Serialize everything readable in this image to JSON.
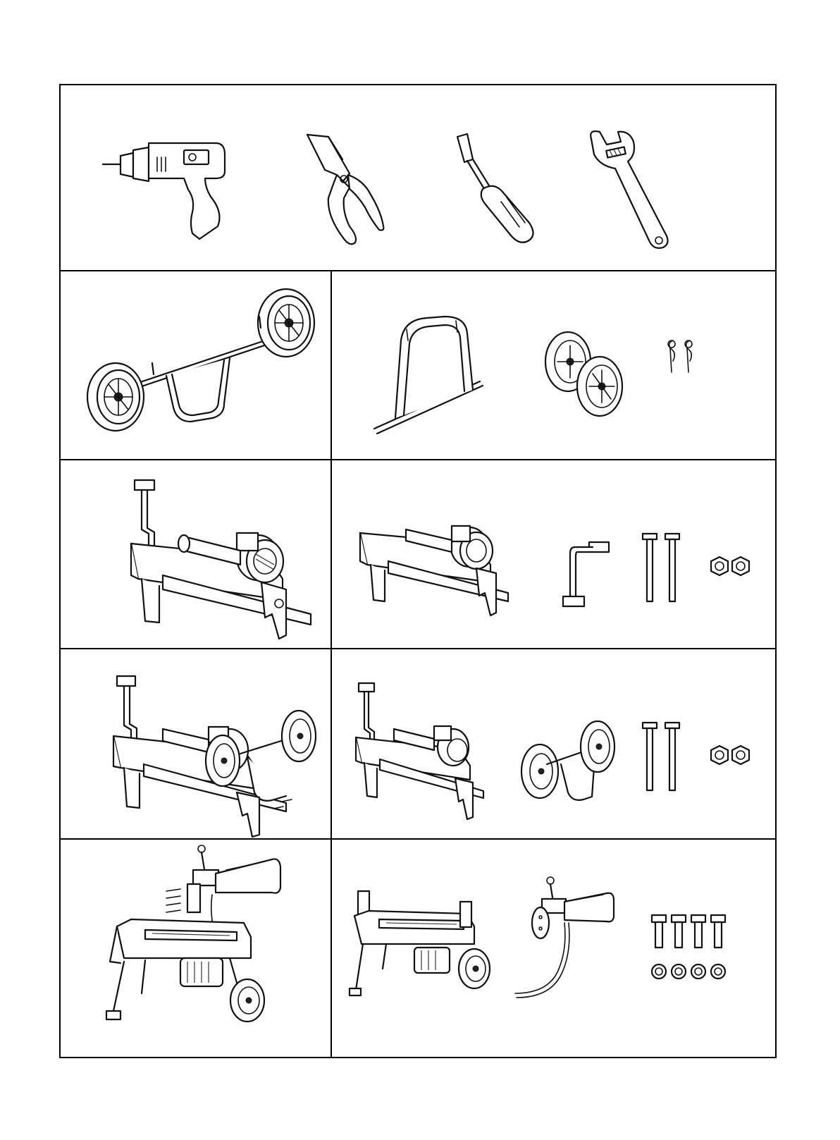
{
  "figures": {
    "tools": [
      "drill-icon",
      "pliers-icon",
      "screwdriver-icon",
      "adjustable-wrench-icon"
    ],
    "step1": {
      "assembled": "wheel-axle-assembled",
      "parts": [
        "wheel-stand-frame",
        "wheels-pair",
        "r-clips-pair"
      ]
    },
    "step2": {
      "assembled": "splitter-with-leg-stand",
      "parts": [
        "splitter-base",
        "leg-stand",
        "bolts-pair",
        "nuts-pair"
      ]
    },
    "step3": {
      "assembled": "splitter-with-wheels",
      "parts": [
        "splitter-with-leg-stand",
        "wheel-axle-assembly",
        "bolts-pair",
        "nuts-pair"
      ]
    },
    "step4": {
      "assembled": "splitter-with-handle",
      "parts": [
        "splitter-upright",
        "control-handle-assembly",
        "bolts-set-of-4",
        "washers-set-of-4"
      ]
    }
  },
  "colors": {
    "line": "#111111",
    "background": "#ffffff",
    "border": "#000000"
  }
}
